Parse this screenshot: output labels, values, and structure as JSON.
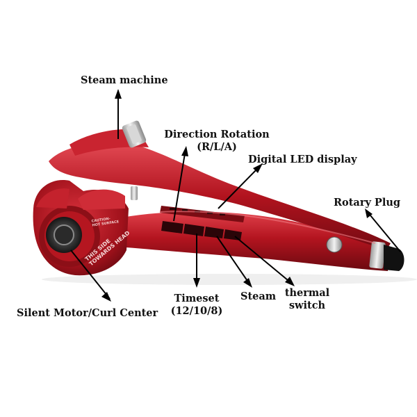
{
  "labels": {
    "steam_machine": "Steam machine",
    "direction_rotation_line1": "Direction Rotation",
    "direction_rotation_line2": "(R/L/A)",
    "digital_led": "Digital LED display",
    "rotary_plug": "Rotary Plug",
    "silent_motor": "Silent Motor/Curl Center",
    "timeset_line1": "Timeset",
    "timeset_line2": "(12/10/8)",
    "steam": "Steam",
    "thermal_line1": "thermal",
    "thermal_line2": "switch"
  },
  "device_markings": {
    "caution_line1": "CAUTION-",
    "caution_line2": "HOT SURFACE",
    "side_line1": "THIS SIDE",
    "side_line2": "TOWARDS HEAD"
  },
  "colors": {
    "body_red": "#a5121c",
    "highlight_red": "#d8323d",
    "shadow_red": "#6e0a10",
    "arrow": "#000000"
  }
}
